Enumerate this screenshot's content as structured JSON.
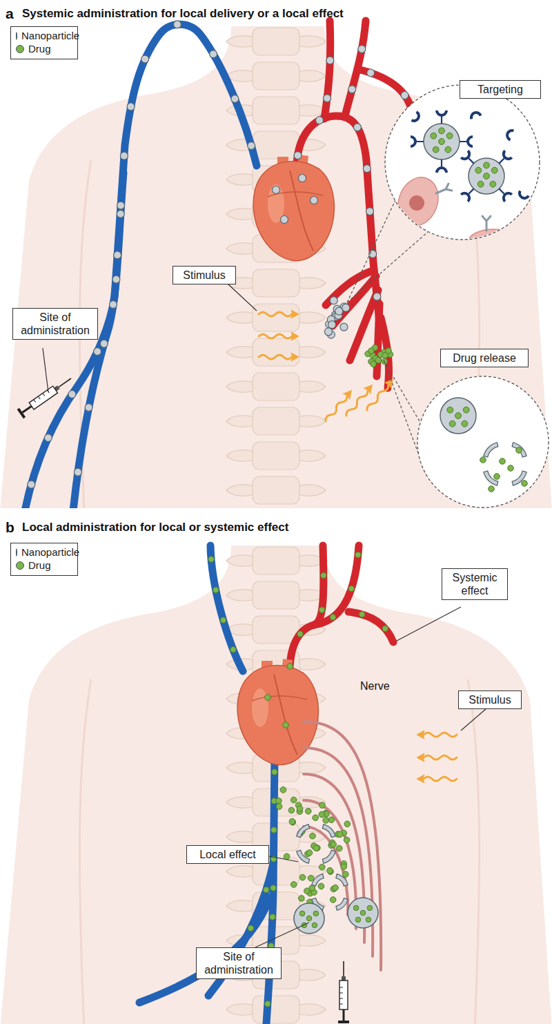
{
  "diagram": {
    "nodes": [
      {
        "text": [
          "Targeting"
        ]
      },
      {
        "text": [
          "Stimulus"
        ]
      },
      {
        "text": [
          "Site of administration"
        ]
      },
      {
        "text": [
          "Drug release"
        ]
      },
      {
        "text": [
          "Systemic effect"
        ]
      },
      {
        "text": [
          "Stimulus"
        ]
      },
      {
        "text": [
          "Local effect"
        ]
      },
      {
        "text": [
          "Site of administration"
        ]
      }
    ],
    "labels": [
      "a",
      "Systemic administration for local delivery or a local effect",
      "b",
      "Local administration for local or systemic effect",
      "Nerve"
    ],
    "legend": [
      {
        "text": "Nanoparticle",
        "color": "#c9d1d6"
      },
      {
        "text": "Drug",
        "color": "#7db54b"
      },
      {
        "text": "Nanoparticle",
        "color": "#c9d1d6"
      },
      {
        "text": "Drug",
        "color": "#7db54b"
      }
    ]
  }
}
